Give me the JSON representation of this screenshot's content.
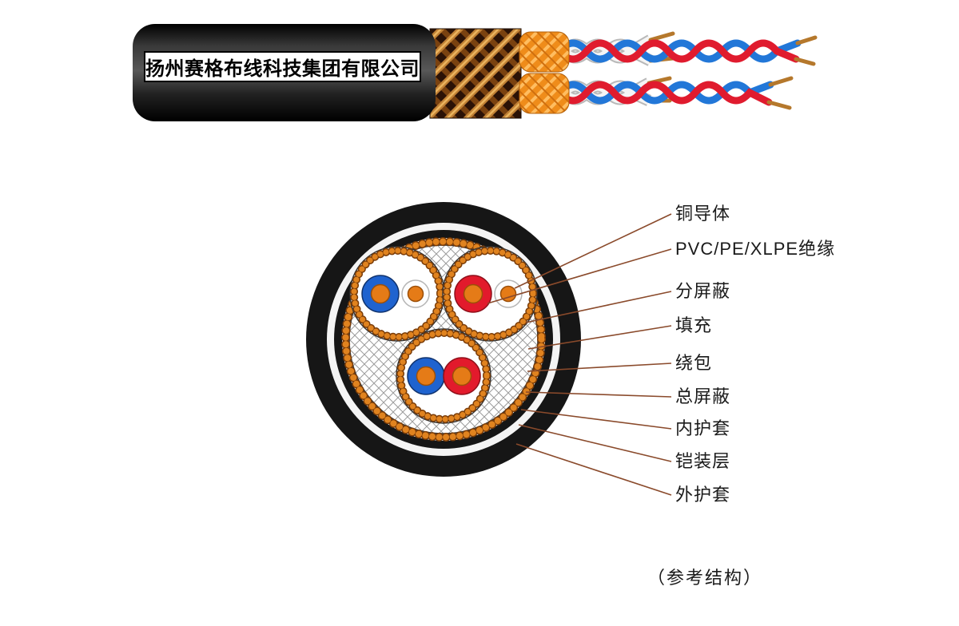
{
  "company": {
    "name": "扬州赛格布线科技集团有限公司"
  },
  "cross_section": {
    "labels": [
      "铜导体",
      "PVC/PE/XLPE绝缘",
      "分屏蔽",
      "填充",
      "绕包",
      "总屏蔽",
      "内护套",
      "铠装层",
      "外护套"
    ],
    "footnote": "（参考结构）"
  },
  "colors": {
    "outer_sheath_black": "#161616",
    "copper_bead_orange": "#e0831f",
    "copper_bead_outline": "#7a3c08",
    "insulation_blue": "#1f63cf",
    "insulation_red": "#e21a2c",
    "conductor_copper": "#e57b17",
    "leader_line_brown": "#8a4a2b",
    "wrap_orange": "#ef8c1a"
  }
}
